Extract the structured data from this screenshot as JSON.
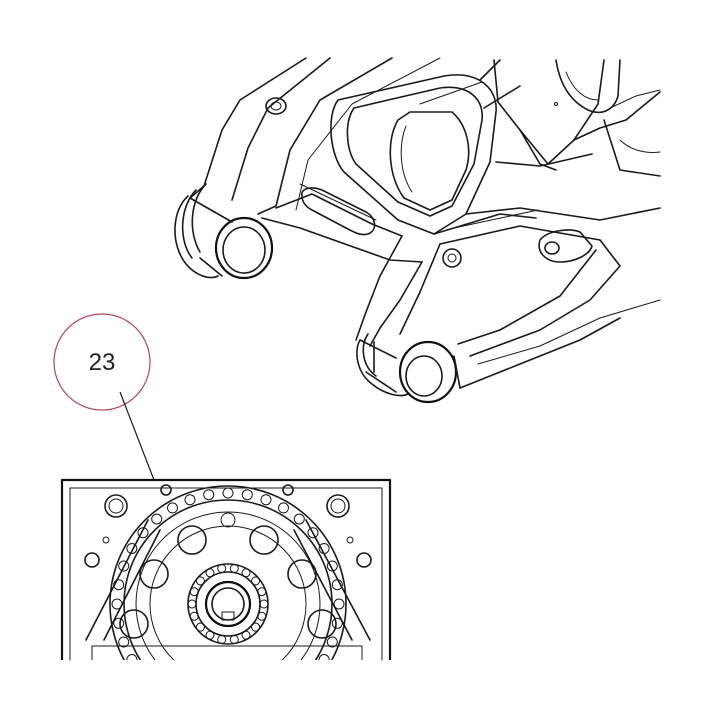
{
  "callout": {
    "number": "23",
    "circle_color": "#b0485a",
    "leader_color": "#1a1a1a"
  },
  "colors": {
    "line": "#1a1a1a",
    "background": "#ffffff"
  },
  "parts": [
    {
      "name": "swingarm",
      "icon": "swingarm-drawing"
    },
    {
      "name": "sprocket-detail",
      "icon": "sprocket-drawing"
    }
  ]
}
